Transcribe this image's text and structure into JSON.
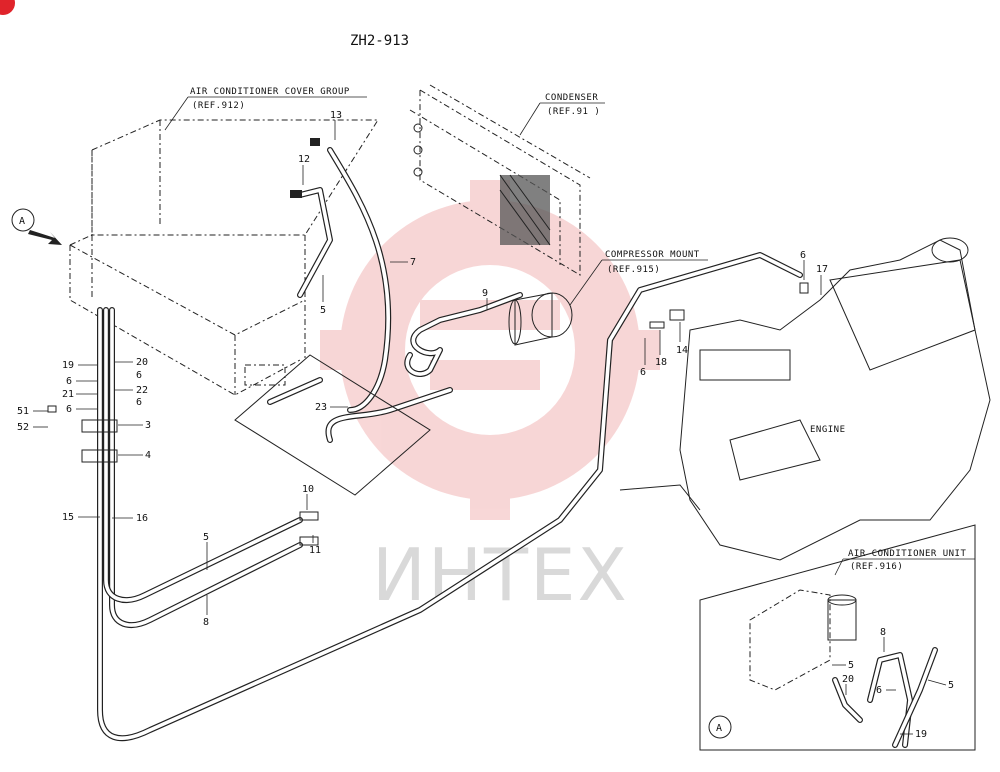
{
  "title": "ZH2-913",
  "watermark": {
    "text": "ИНТЕХ",
    "color": "#f2b6b6"
  },
  "view_marker": "A",
  "inset_view_marker": "A",
  "callouts": {
    "cover_group": {
      "line1": "AIR CONDITIONER COVER GROUP",
      "line2": "(REF.912)"
    },
    "condenser": {
      "line1": "CONDENSER",
      "line2": "(REF.91 )"
    },
    "compressor_mount": {
      "line1": "COMPRESSOR MOUNT",
      "line2": "(REF.915)"
    },
    "engine": "ENGINE",
    "ac_unit": {
      "line1": "AIR CONDITIONER UNIT",
      "line2": "(REF.916)"
    }
  },
  "part_numbers": [
    "13",
    "12",
    "5",
    "7",
    "9",
    "6",
    "17",
    "18",
    "14",
    "6",
    "23",
    "19",
    "20",
    "6",
    "21",
    "22",
    "6",
    "51",
    "52",
    "3",
    "4",
    "15",
    "16",
    "10",
    "5",
    "11",
    "8",
    "8",
    "5",
    "20",
    "6",
    "5",
    "19"
  ]
}
